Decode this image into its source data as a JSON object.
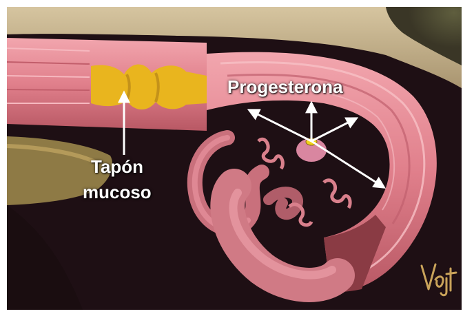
{
  "labels": {
    "progesterone": "Progesterona",
    "plug_line1": "Tapón",
    "plug_line2": "mucoso"
  },
  "signature": "Vojt",
  "colors": {
    "background_dark": "#1e0f14",
    "bone": "#c9b68f",
    "tissue_pink": "#e98a95",
    "tissue_dark": "#b85864",
    "mucus_yellow": "#e9b51e",
    "ovary_yellow": "#f2d21a",
    "arrow_white": "#ffffff",
    "signature_gold": "#c9a35a"
  }
}
